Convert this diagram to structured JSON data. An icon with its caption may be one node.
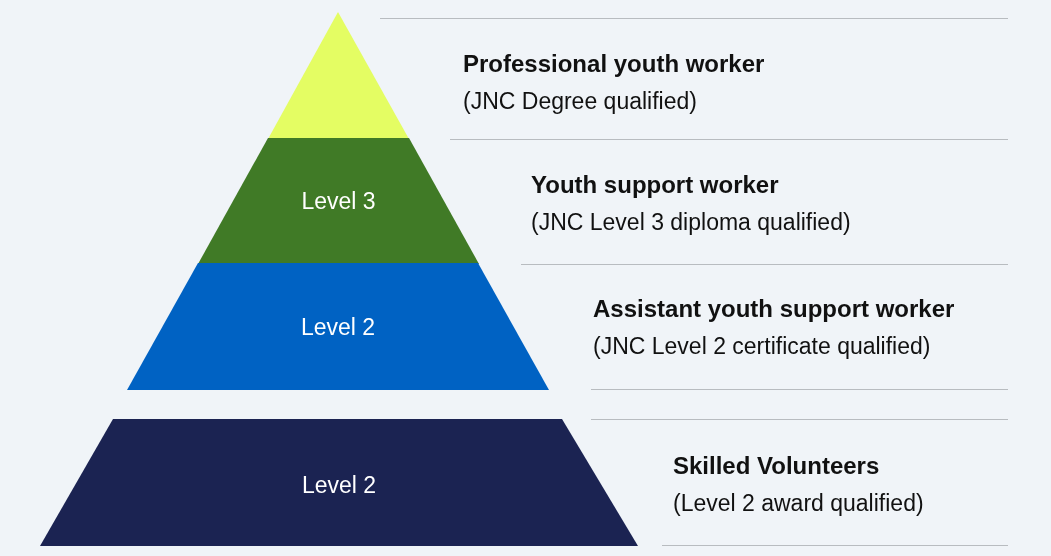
{
  "diagram": {
    "nodes": [
      {
        "text": [],
        "shape": "triangle",
        "beside": [
          "Professional youth worker",
          "(JNC Degree qualified)"
        ]
      },
      {
        "text": [
          "Level 3"
        ],
        "beside": [
          "Youth support worker",
          "(JNC Level 3 diploma qualified)"
        ]
      },
      {
        "text": [
          "Level 2"
        ],
        "beside": [
          "Assistant youth support worker",
          "(JNC Level 2 certificate qualified)"
        ]
      },
      {
        "text": [
          "Level 2"
        ],
        "beside": [
          "Skilled Volunteers",
          "(Level 2 award qualified)"
        ]
      }
    ]
  }
}
